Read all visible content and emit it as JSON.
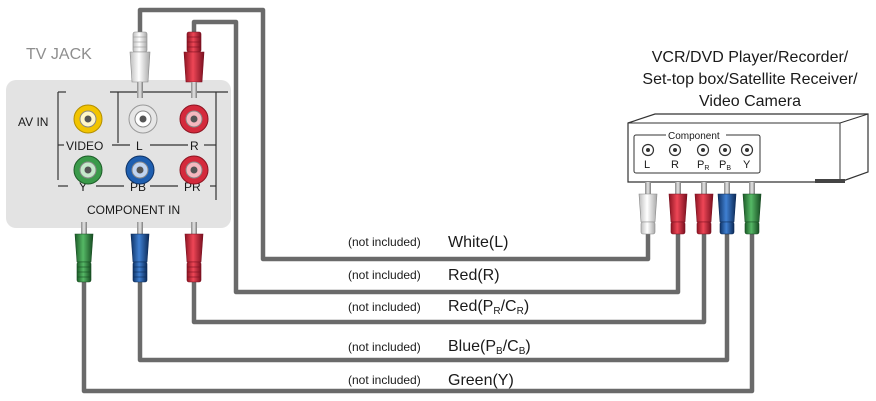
{
  "tv_jack": {
    "title": "TV JACK",
    "av_in": "AV IN",
    "video": "VIDEO",
    "left": "L",
    "right": "R",
    "y": "Y",
    "pb": "PB",
    "pr": "PR",
    "component_in": "COMPONENT IN"
  },
  "device": {
    "line1": "VCR/DVD Player/Recorder/",
    "line2": "Set-top box/Satellite Receiver/",
    "line3": "Video Camera",
    "component": "Component",
    "ports": {
      "l": "L",
      "r": "R",
      "pr_main": "P",
      "pr_sub": "R",
      "pb_main": "P",
      "pb_sub": "B",
      "y": "Y"
    }
  },
  "cables": [
    {
      "note": "(not included)",
      "label": "White(L)",
      "color": "#e6e6e6"
    },
    {
      "note": "(not included)",
      "label": "Red(R)",
      "color": "#d42a3c"
    },
    {
      "note": "(not included)",
      "label_main": "Red(P",
      "sub1": "R",
      "mid": "/C",
      "sub2": "R",
      "end": ")",
      "color": "#d42a3c"
    },
    {
      "note": "(not included)",
      "label_main": "Blue(P",
      "sub1": "B",
      "mid": "/C",
      "sub2": "B",
      "end": ")",
      "color": "#1f5fb0"
    },
    {
      "note": "(not included)",
      "label": "Green(Y)",
      "color": "#3a9a4a"
    }
  ],
  "colors": {
    "yellow": "#f2c400",
    "white": "#e6e6e6",
    "red": "#d42a3c",
    "green": "#3a9a4a",
    "blue": "#1f5fb0",
    "cable": "#6a6a6a",
    "panel": "#e3e3e3"
  }
}
